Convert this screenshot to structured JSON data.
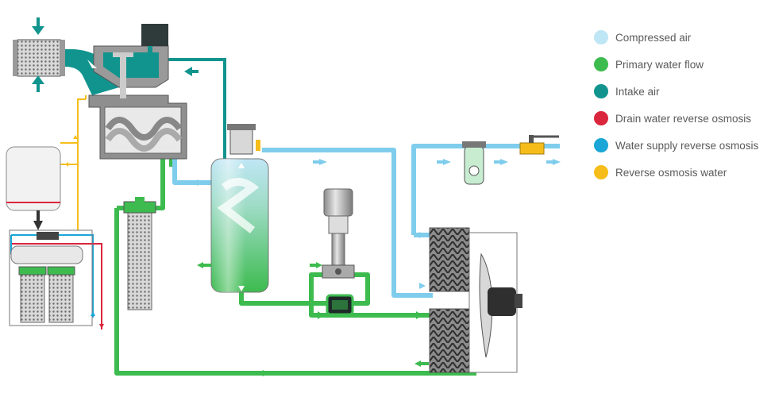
{
  "legend": {
    "items": [
      {
        "label": "Compressed air",
        "color": "#bfe6f5"
      },
      {
        "label": "Primary water flow",
        "color": "#3dbb4f"
      },
      {
        "label": "Intake air",
        "color": "#12948e"
      },
      {
        "label": "Drain water reverse osmosis",
        "color": "#d9263c"
      },
      {
        "label": "Water supply reverse osmosis",
        "color": "#1aa6d6"
      },
      {
        "label": "Reverse osmosis water",
        "color": "#f6bd1a"
      }
    ]
  },
  "colors": {
    "compressed_air_pipe": "#7fcdec",
    "primary_water": "#3dbb4f",
    "intake_air": "#12948e",
    "drain_ro": "#d9263c",
    "supply_ro": "#1aa6d6",
    "ro_water": "#f6bd1a",
    "equipment_grey": "#9a9a9a"
  }
}
